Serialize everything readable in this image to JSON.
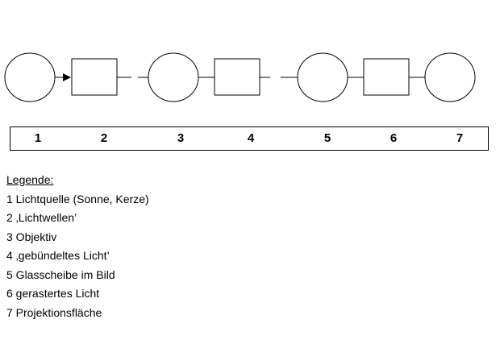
{
  "diagram": {
    "stages": [
      {
        "number": "1",
        "shape": "circle"
      },
      {
        "number": "2",
        "shape": "rectangle"
      },
      {
        "number": "3",
        "shape": "circle"
      },
      {
        "number": "4",
        "shape": "rectangle"
      },
      {
        "number": "5",
        "shape": "circle"
      },
      {
        "number": "6",
        "shape": "rectangle"
      },
      {
        "number": "7",
        "shape": "circle"
      }
    ],
    "connections": [
      {
        "from": "1",
        "to": "2",
        "style": "arrow"
      },
      {
        "from": "2",
        "to": "3",
        "style": "broken"
      },
      {
        "from": "3",
        "to": "4",
        "style": "solid"
      },
      {
        "from": "4",
        "to": "5",
        "style": "broken"
      },
      {
        "from": "5",
        "to": "6",
        "style": "solid"
      },
      {
        "from": "6",
        "to": "7",
        "style": "solid"
      }
    ]
  },
  "legend": {
    "title": "Legende:",
    "items": [
      "1 Lichtquelle (Sonne, Kerze)",
      "2 ‚Lichtwellen’",
      "3 Objektiv",
      "4 ‚gebündeltes Licht’",
      "5 Glasscheibe im Bild",
      "6 gerastertes Licht",
      "7 Projektionsfläche"
    ]
  }
}
